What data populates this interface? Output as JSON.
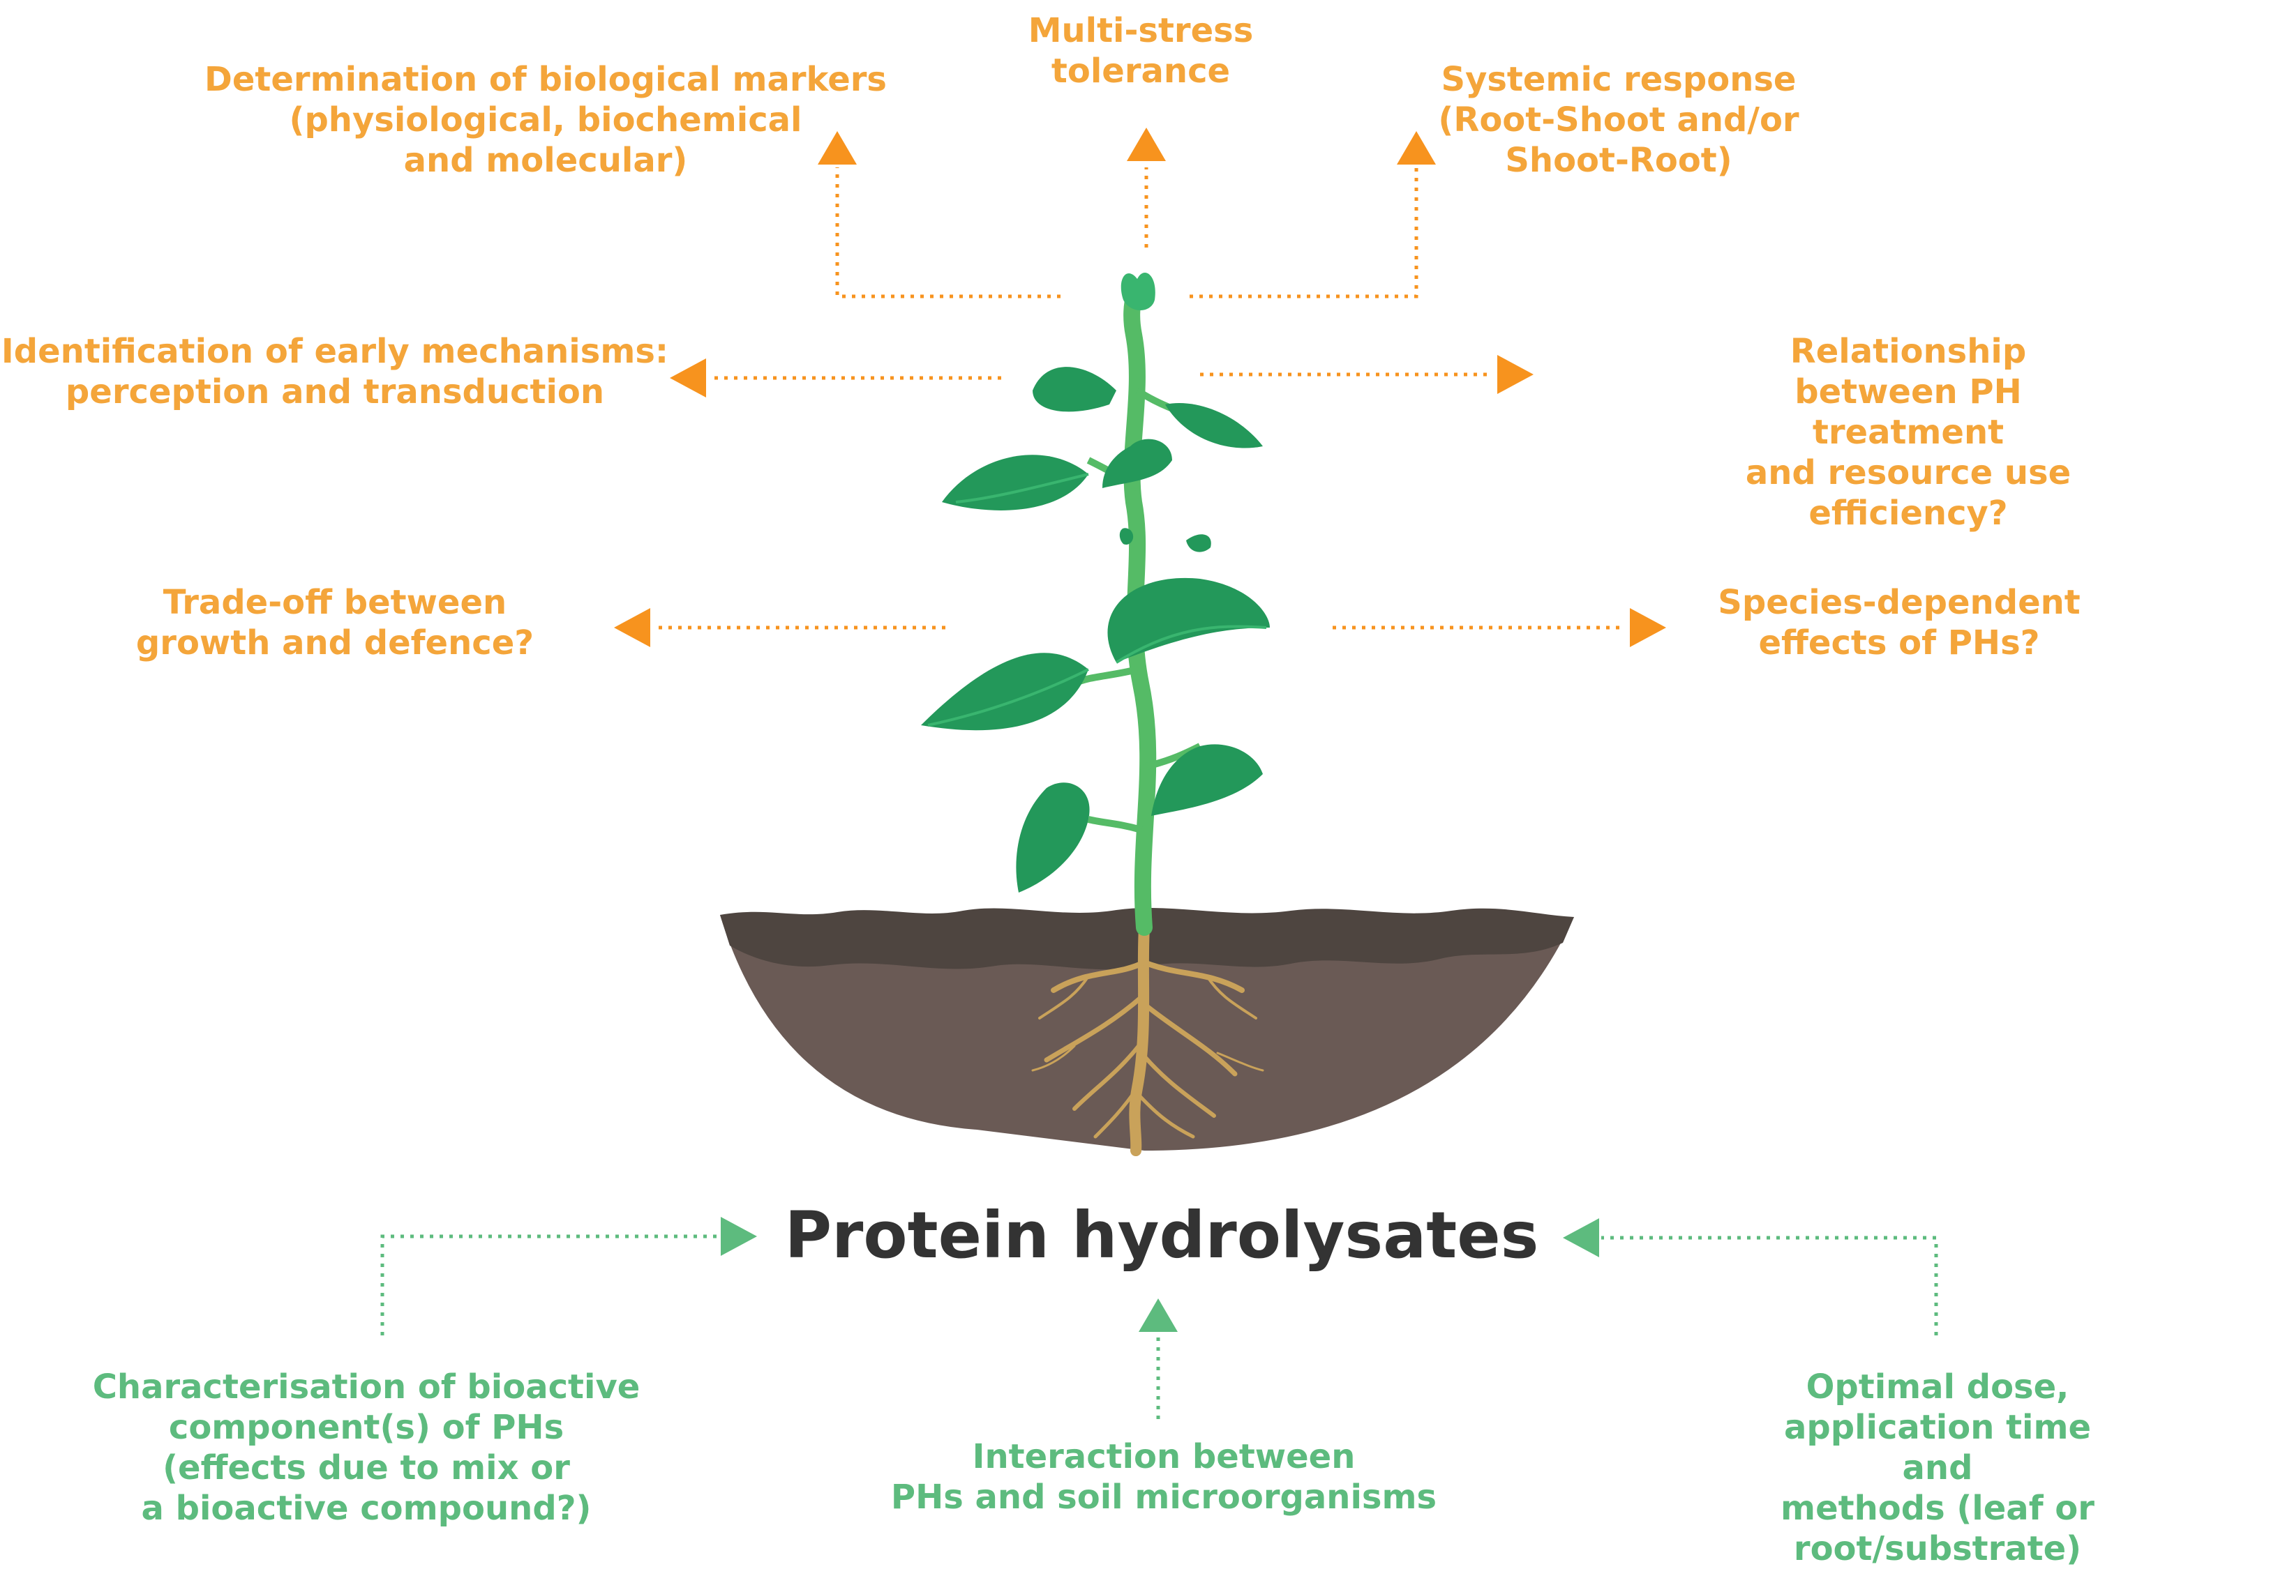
{
  "colors": {
    "orange": "#f4a53a",
    "orange_arrow": "#f7931e",
    "green": "#5dbb7e",
    "green_arrow": "#5dbb7e",
    "central_text": "#333333",
    "soil_top": "#4e4540",
    "soil_body": "#6a5a55",
    "root": "#c9a25a",
    "leaf_dark": "#23985a",
    "leaf_light": "#39b56f",
    "stem": "#55bb66"
  },
  "central_label": "Protein hydrolysates",
  "top_labels": {
    "biological_markers": "Determination of biological markers\n(physiological, biochemical\nand molecular)",
    "multi_stress": "Multi-stress\ntolerance",
    "systemic_response": "Systemic response\n(Root-Shoot and/or\nShoot-Root)"
  },
  "middle_labels": {
    "early_mechanisms": "Identification of early mechanisms:\nperception and transduction",
    "resource_use": "Relationship between PH treatment\nand resource use efficiency?",
    "trade_off": "Trade-off between\ngrowth and defence?",
    "species_dependent": "Species-dependent\neffects of PHs?"
  },
  "bottom_labels": {
    "characterisation": "Characterisation of bioactive\ncomponent(s) of PHs\n(effects due to mix or\na bioactive compound?)",
    "soil_microorganisms": "Interaction between\nPHs and soil microorganisms",
    "optimal_dose": "Optimal dose, application time and\nmethods  (leaf or root/substrate)"
  },
  "icons": {
    "plant": "plant-seedling-icon",
    "soil": "soil-bowl-icon",
    "roots": "roots-icon"
  }
}
